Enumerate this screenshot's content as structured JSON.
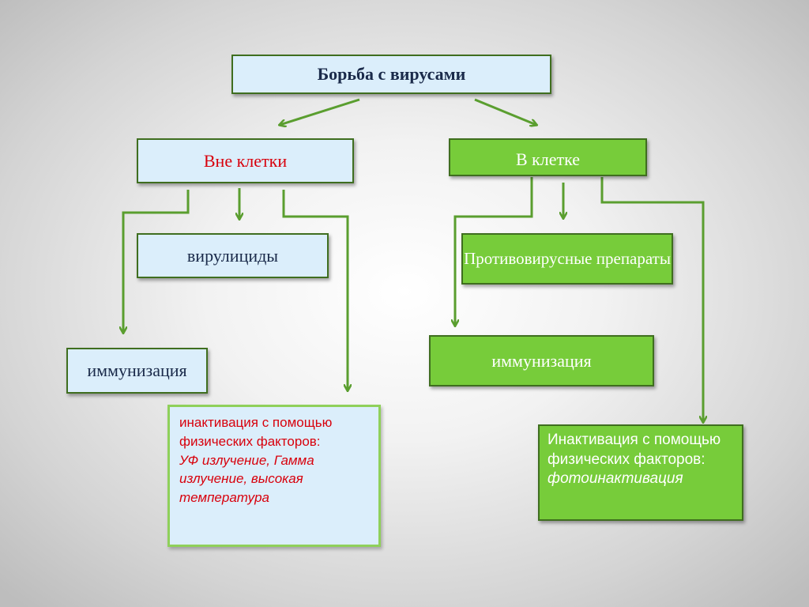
{
  "diagram": {
    "root": "Борьба с вирусами",
    "outside_cell": {
      "label": "Вне клетки",
      "virucides": "вирулициды",
      "immunization": "иммунизация",
      "inactivation_intro": "инактивация с помощью физических факторов:",
      "inactivation_methods": "УФ излучение, Гамма излучение, высокая температура"
    },
    "inside_cell": {
      "label": "В клетке",
      "antiviral": "Противовирусные препараты",
      "immunization": "иммунизация",
      "inactivation_intro": "Инактивация с помощью физических факторов:",
      "inactivation_method": "фотоинактивация"
    }
  },
  "colors": {
    "connector": "#5a9e2f",
    "blue_fill": "#dbeefb",
    "green_fill": "#77cc3a",
    "red_text": "#d8000c"
  }
}
